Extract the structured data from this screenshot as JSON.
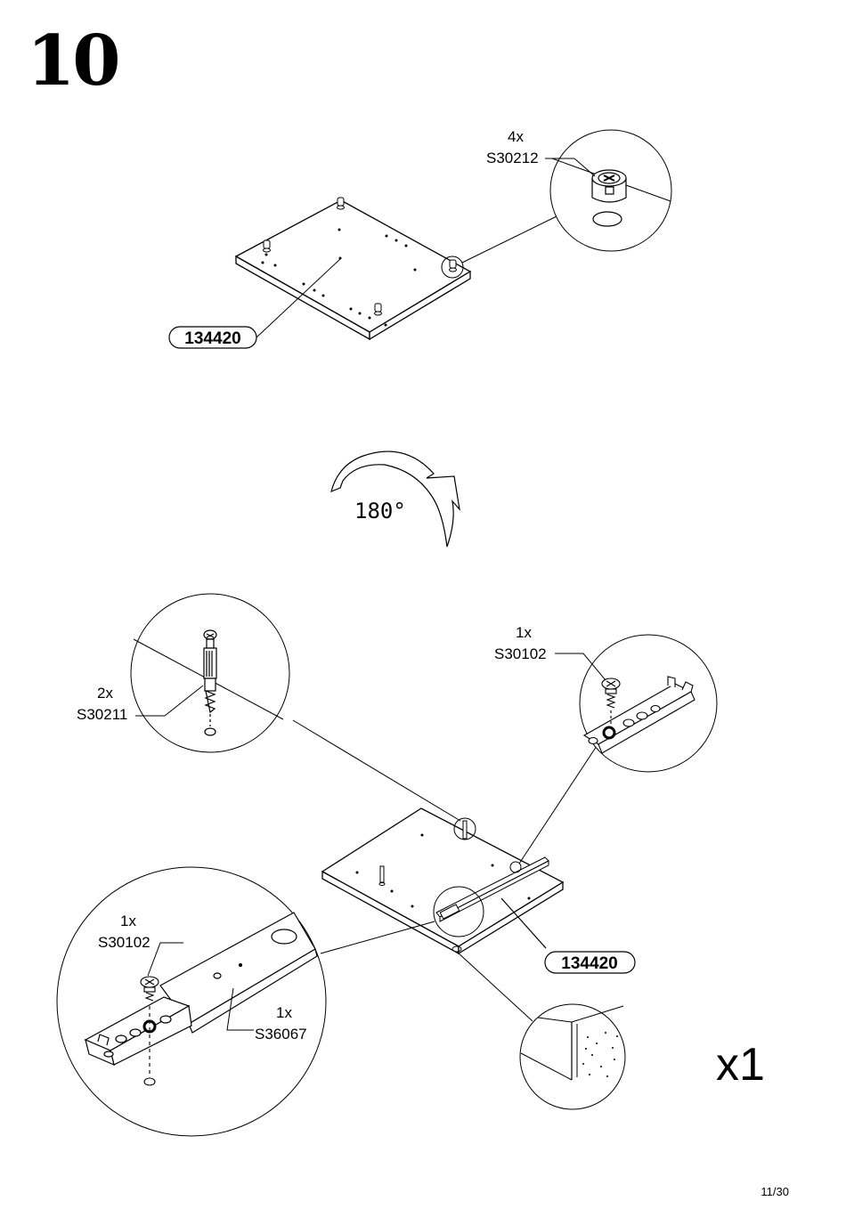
{
  "step": {
    "number": "10"
  },
  "top_section": {
    "panel_part_number": "134420",
    "detail_callout": {
      "quantity": "4x",
      "part": "S30212"
    }
  },
  "rotation": {
    "label": "180°"
  },
  "bottom_section": {
    "panel_part_number": "134420",
    "callout_dowel": {
      "quantity": "2x",
      "part": "S30211"
    },
    "callout_screw_right": {
      "quantity": "1x",
      "part": "S30102"
    },
    "callout_screw_left": {
      "quantity": "1x",
      "part": "S30102"
    },
    "callout_slide": {
      "quantity": "1x",
      "part": "S36067"
    }
  },
  "multiplier": "x1",
  "page_number": "11/30"
}
